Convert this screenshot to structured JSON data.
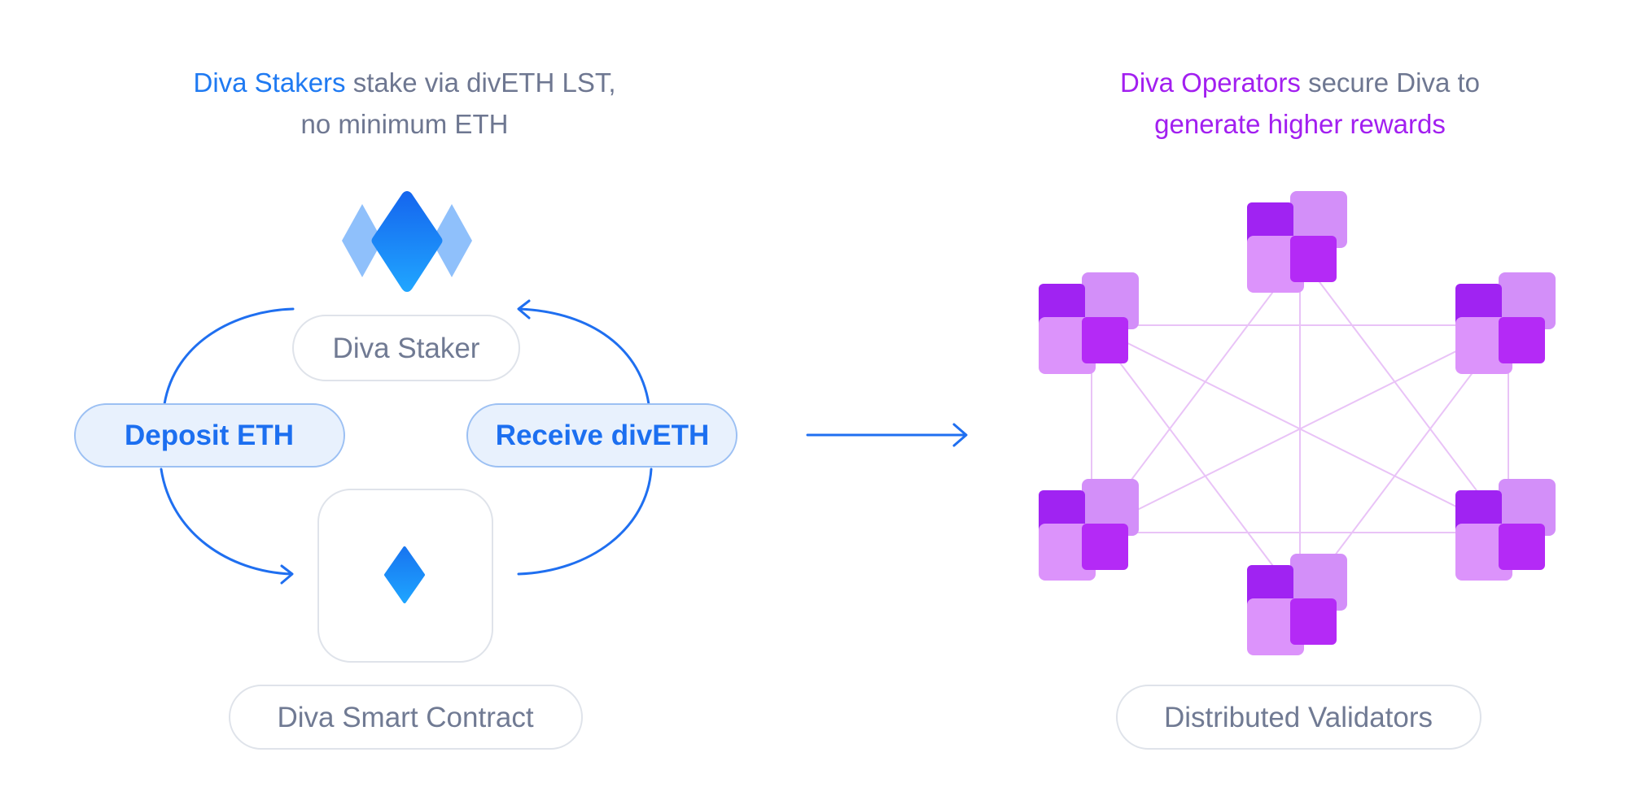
{
  "left": {
    "heading_line1_highlight": "Diva Stakers",
    "heading_line1_rest": " stake via divETH LST,",
    "heading_line2": "no minimum ETH",
    "staker_label": "Diva Staker",
    "deposit_label": "Deposit ETH",
    "receive_label": "Receive divETH",
    "contract_label": "Diva Smart Contract"
  },
  "right": {
    "heading_line1_highlight": "Diva Operators",
    "heading_line1_rest": " secure Diva to",
    "heading_line2": "generate higher rewards",
    "validators_label": "Distributed Validators"
  },
  "colors": {
    "blue_accent": "#1f7af2",
    "purple_accent": "#a21ff0",
    "muted_text": "#6e7791",
    "pill_fill": "#e8f1fd",
    "pill_stroke": "#9cc0f3"
  },
  "icons": {
    "staker": "diva-diamond-logo-icon",
    "contract": "diamond-icon",
    "operator": "validator-cluster-icon",
    "flow": "arrow-right-icon"
  }
}
